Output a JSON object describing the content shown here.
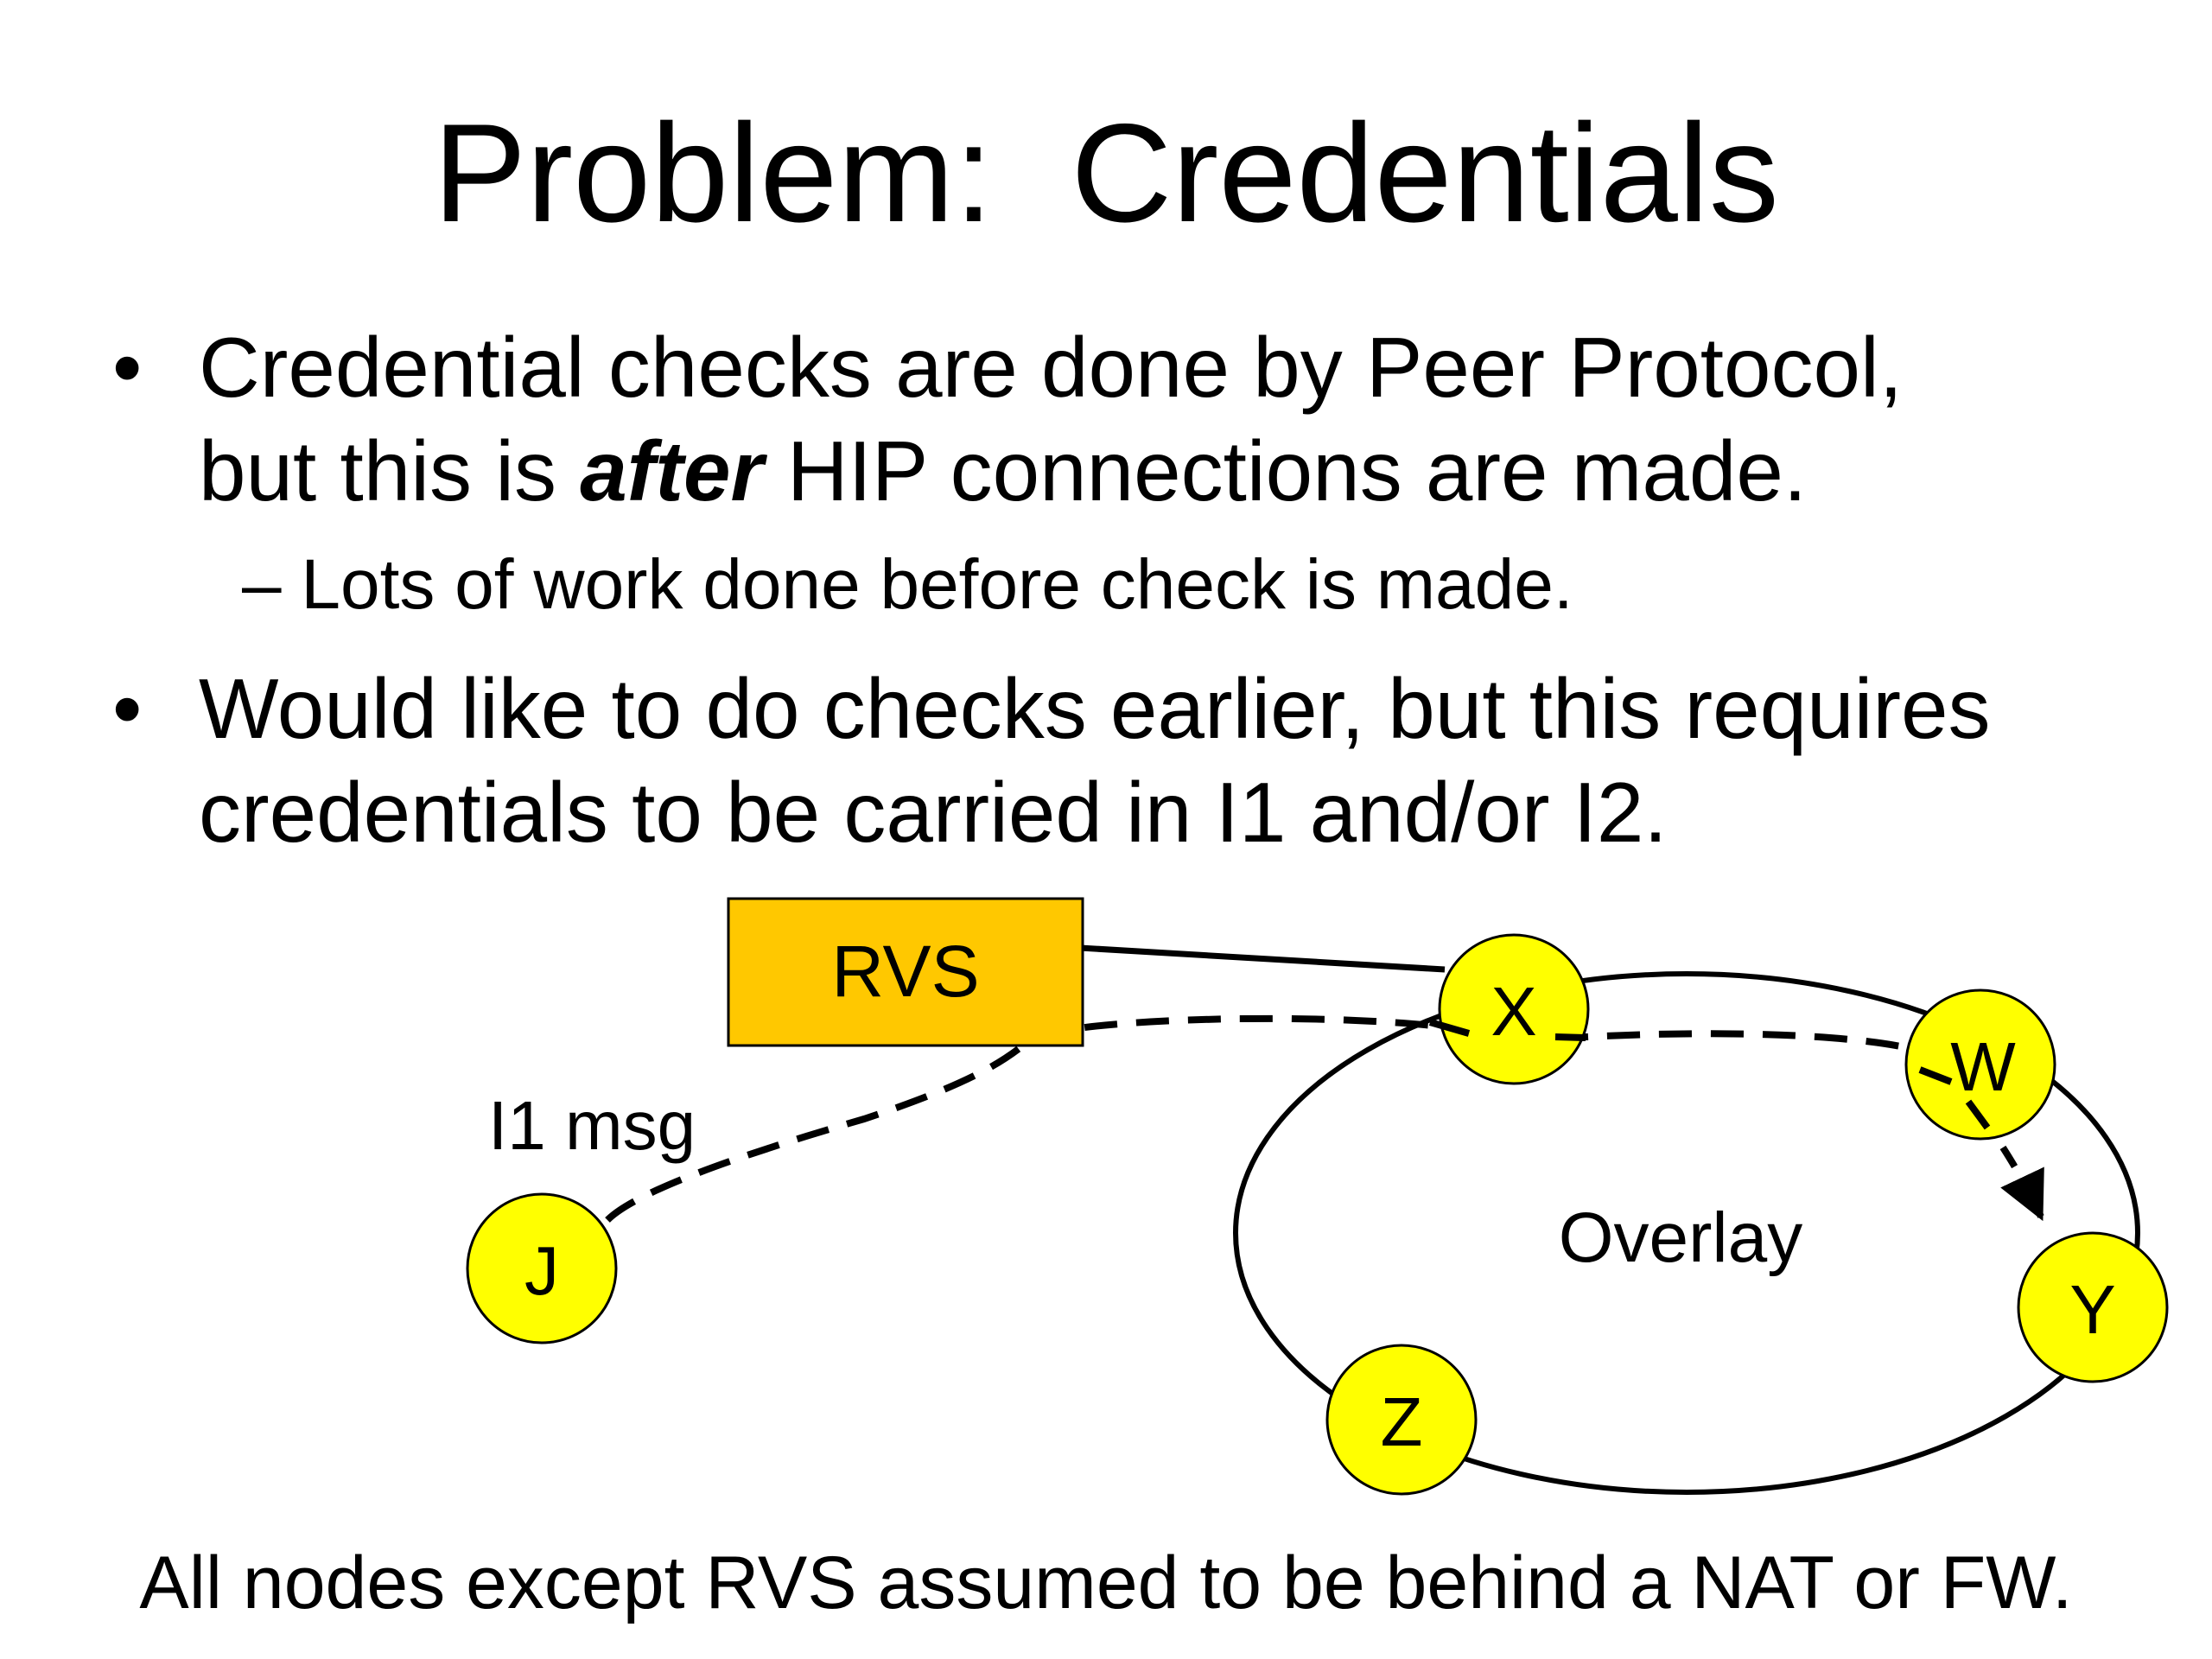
{
  "title": "Problem:  Credentials",
  "bullets": [
    {
      "marker": "•",
      "line1": "Credential checks are done by Peer Protocol,",
      "line2_before": "but this is ",
      "line2_emph": "after",
      "line2_after": " HIP connections are made."
    },
    {
      "marker": "•",
      "line1": "Would like to do checks earlier, but this requires",
      "line2": "credentials to be carried in I1 and/or I2."
    }
  ],
  "sub_bullet": {
    "marker": "–",
    "text": "Lots of work done before check is made."
  },
  "diagram": {
    "rvs_label": "RVS",
    "message_label": "I1 msg",
    "overlay_label": "Overlay",
    "nodes": {
      "x": "X",
      "w": "W",
      "y": "Y",
      "z": "Z",
      "j": "J"
    },
    "colors": {
      "rvs_fill": "#FFC800",
      "node_fill": "#FFFF00",
      "line": "#000000"
    }
  },
  "footer": "All nodes except RVS assumed to be behind a NAT or FW."
}
